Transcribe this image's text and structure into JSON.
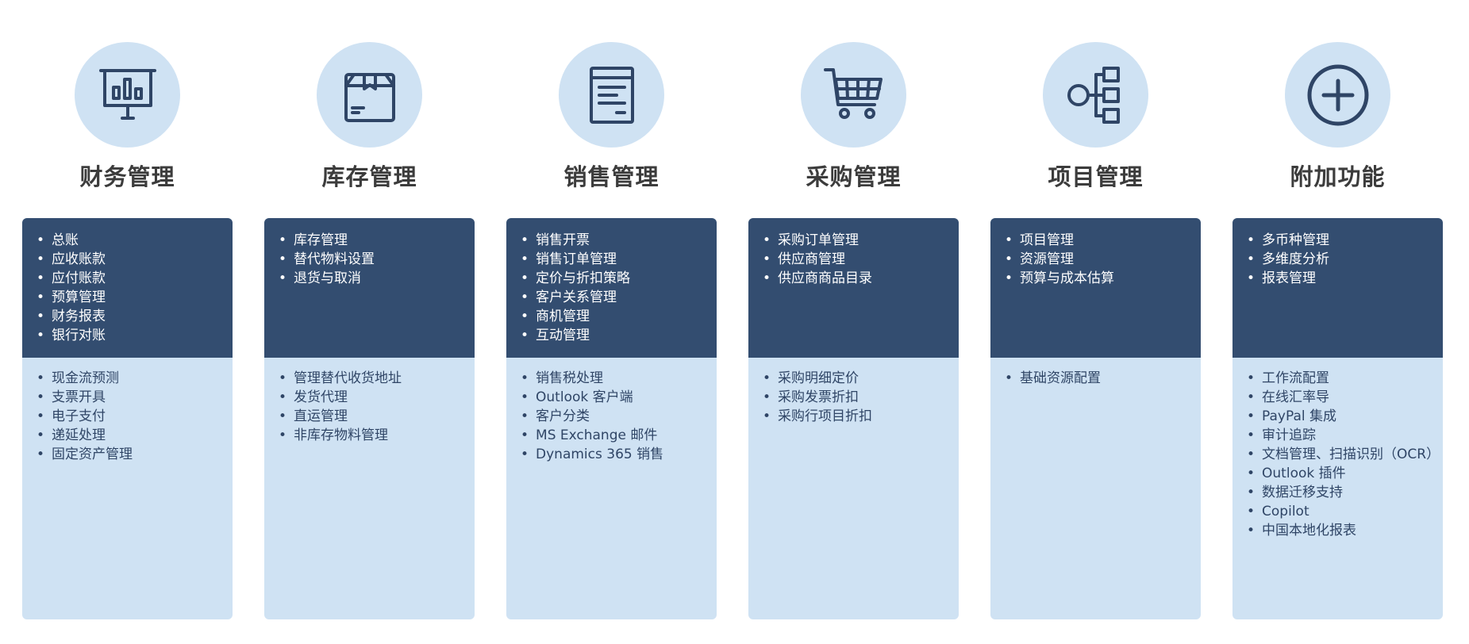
{
  "colors": {
    "icon_bg": "#cfe2f3",
    "icon_stroke": "#2f4566",
    "core_bg": "#334d70",
    "ext_bg": "#cfe2f3",
    "title_text": "#3c3c3c"
  },
  "modules": [
    {
      "icon": "presentation-chart-icon",
      "title": "财务管理",
      "core_items": [
        "总账",
        "应收账款",
        "应付账款",
        "预算管理",
        "财务报表",
        "银行对账"
      ],
      "extended_items": [
        "现金流预测",
        "支票开具",
        "电子支付",
        "递延处理",
        "固定资产管理"
      ]
    },
    {
      "icon": "box-icon",
      "title": "库存管理",
      "core_items": [
        "库存管理",
        "替代物料设置",
        "退货与取消"
      ],
      "extended_items": [
        "管理替代收货地址",
        "发货代理",
        "直运管理",
        "非库存物料管理"
      ]
    },
    {
      "icon": "document-icon",
      "title": "销售管理",
      "core_items": [
        "销售开票",
        "销售订单管理",
        "定价与折扣策略",
        "客户关系管理",
        "商机管理",
        "互动管理"
      ],
      "extended_items": [
        "销售税处理",
        "Outlook 客户端",
        "客户分类",
        "MS Exchange 邮件",
        "Dynamics 365 销售"
      ]
    },
    {
      "icon": "shopping-cart-icon",
      "title": "采购管理",
      "core_items": [
        "采购订单管理",
        "供应商管理",
        "供应商商品目录"
      ],
      "extended_items": [
        "采购明细定价",
        "采购发票折扣",
        "采购行项目折扣"
      ]
    },
    {
      "icon": "hierarchy-icon",
      "title": "项目管理",
      "core_items": [
        "项目管理",
        "资源管理",
        "预算与成本估算"
      ],
      "extended_items": [
        "基础资源配置"
      ]
    },
    {
      "icon": "plus-circle-icon",
      "title": "附加功能",
      "core_items": [
        "多币种管理",
        "多维度分析",
        "报表管理"
      ],
      "extended_items": [
        "工作流配置",
        "在线汇率导",
        "PayPal 集成",
        "审计追踪",
        "文档管理、扫描识别（OCR）",
        "Outlook 插件",
        "数据迁移支持",
        "Copilot",
        "中国本地化报表"
      ]
    }
  ]
}
